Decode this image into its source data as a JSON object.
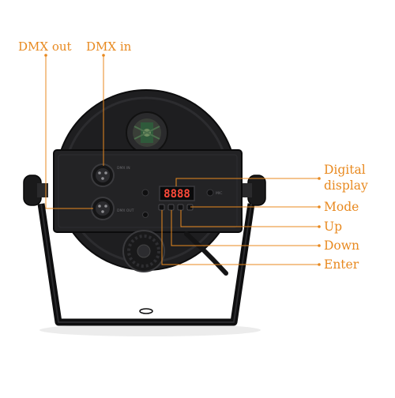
{
  "labels": {
    "dmx_out": "DMX out",
    "dmx_in": "DMX in",
    "digital_display_line1": "Digital",
    "digital_display_line2": "display",
    "mode": "Mode",
    "up": "Up",
    "down": "Down",
    "enter": "Enter"
  },
  "panel": {
    "display_text": "8888",
    "jack_in_text": "DMX IN",
    "jack_out_text": "DMX OUT",
    "mic_text": "MIC"
  },
  "colors": {
    "callout": "#e8891f",
    "body": "#1c1c1e",
    "led_digits": "#ff4a3a"
  }
}
